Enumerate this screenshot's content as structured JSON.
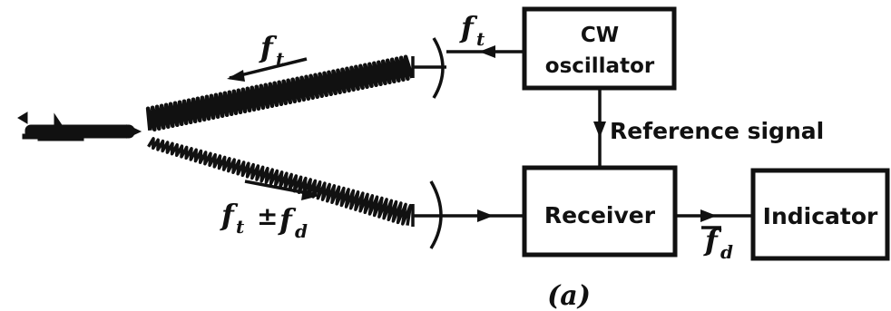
{
  "blocks": {
    "oscillator": {
      "line1": "CW",
      "line2": "oscillator"
    },
    "receiver": {
      "label": "Receiver"
    },
    "indicator": {
      "label": "Indicator"
    }
  },
  "signals": {
    "reference": "Reference signal",
    "transmit_main": "f",
    "transmit_sub": "t",
    "echo_main": "f",
    "echo_sub": "t",
    "echo_op": "±",
    "echo_doppler_main": "f",
    "echo_doppler_sub": "d",
    "doppler_main": "f",
    "doppler_sub": "d"
  },
  "caption": "(a)"
}
